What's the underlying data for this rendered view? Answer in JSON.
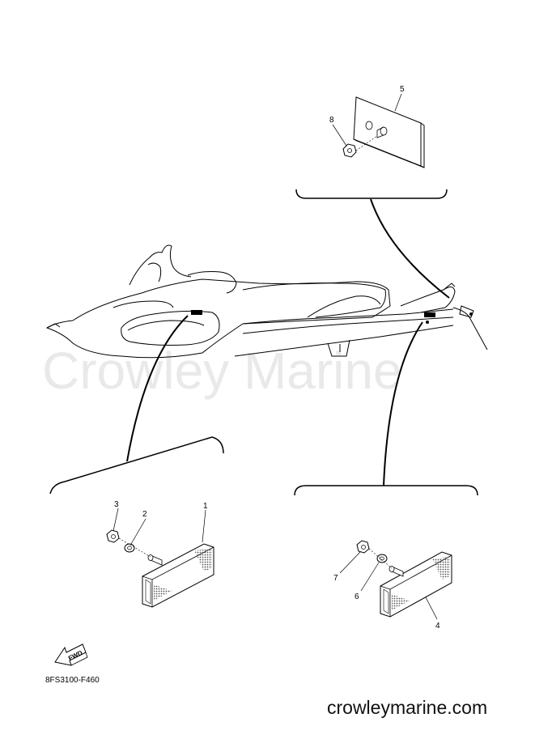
{
  "watermark": "Crowley Marine",
  "footer": "crowleymarine.com",
  "ref_code": "8FS3100-F460",
  "fwd_label": "FWD",
  "parts": {
    "p1": "1",
    "p2": "2",
    "p3": "3",
    "p4": "4",
    "p5": "5",
    "p6": "6",
    "p7": "7",
    "p8": "8"
  }
}
